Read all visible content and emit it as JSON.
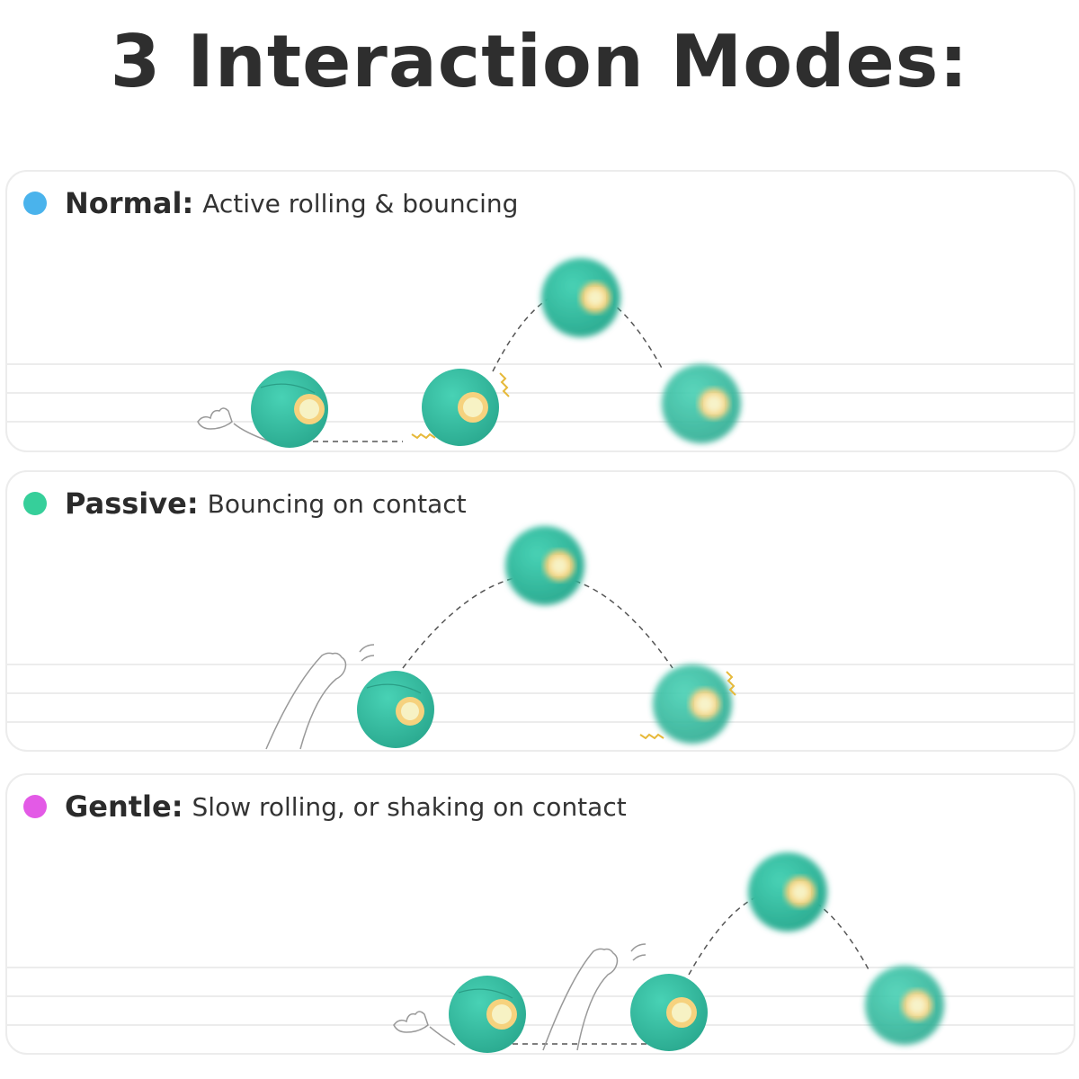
{
  "page": {
    "title": "3 Interaction Modes:"
  },
  "modes": [
    {
      "name": "Normal:",
      "description": "Active rolling & bouncing",
      "dot_color": "#4ab3ec"
    },
    {
      "name": "Passive:",
      "description": "Bouncing on contact",
      "dot_color": "#36cf9a"
    },
    {
      "name": "Gentle:",
      "description": "Slow rolling, or shaking on contact",
      "dot_color": "#e35ae6"
    }
  ],
  "colors": {
    "ball": "#33c1a4",
    "ball_dark": "#2aa98f",
    "light_ring": "#f6d27e",
    "light_core": "#f7f2c4",
    "path": "#555555",
    "floor_line": "#e6e6e6",
    "spark": "#e6b93a"
  },
  "icons": [
    "cat-paw-icon",
    "cat-leg-icon",
    "ball-icon",
    "motion-spark-icon"
  ]
}
